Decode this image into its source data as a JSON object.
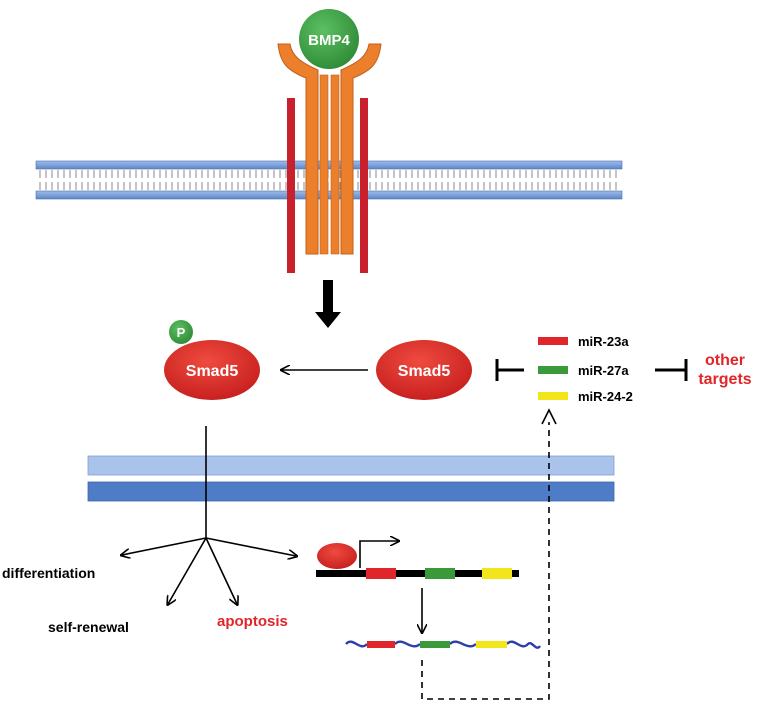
{
  "ligand": {
    "label": "BMP4"
  },
  "phospho": {
    "label": "P"
  },
  "smad_phospho": {
    "label": "Smad5"
  },
  "smad": {
    "label": "Smad5"
  },
  "mirs": [
    {
      "label": "miR-23a",
      "color": "#e0262b"
    },
    {
      "label": "miR-27a",
      "color": "#3a9a3a"
    },
    {
      "label": "miR-24-2",
      "color": "#f2e51c"
    }
  ],
  "other_targets": {
    "line1": "other",
    "line2": "targets"
  },
  "outcomes": {
    "differentiation": "differentiation",
    "self_renewal": "self-renewal",
    "apoptosis": "apoptosis"
  },
  "colors": {
    "membrane_blue": "#6f98d6",
    "receptor_orange": "#ec7f2c",
    "receptor_red": "#c8202c",
    "ligand_green": "#3e9e45",
    "smad_red": "#dc2a26",
    "highlight_red": "#e0262b",
    "rna_blue": "#2b3fa8"
  }
}
